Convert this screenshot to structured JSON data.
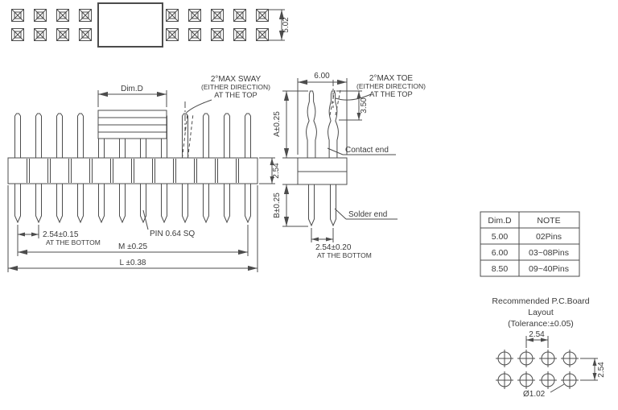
{
  "top_view": {
    "height_dim": "5.02"
  },
  "front_view": {
    "dim_d_label": "Dim.D",
    "sway_line1": "2°MAX SWAY",
    "sway_line2": "(EITHER DIRECTION)",
    "sway_line3": "AT THE TOP",
    "body_height_dim": "2.54",
    "pitch_dim": "2.54±0.15",
    "pitch_note": "AT THE BOTTOM",
    "pin_size_label": "PIN 0.64 SQ",
    "m_dim": "M ±0.25",
    "l_dim": "L ±0.38"
  },
  "side_view": {
    "width_dim": "6.00",
    "toe_line1": "2°MAX TOE",
    "toe_line2": "(EITHER DIRECTION)",
    "toe_line3": "AT THE TOP",
    "contact_height_dim": "3.50",
    "a_dim": "A±0.25",
    "contact_end_label": "Contact end",
    "b_dim": "B±0.25",
    "solder_end_label": "Solder end",
    "pitch_dim": "2.54±0.20",
    "pitch_note": "AT THE BOTTOM"
  },
  "spec_table": {
    "header_dim": "Dim.D",
    "header_note": "NOTE",
    "rows": [
      {
        "dim": "5.00",
        "note": "02Pins"
      },
      {
        "dim": "6.00",
        "note": "03~08Pins"
      },
      {
        "dim": "8.50",
        "note": "09~40Pins"
      }
    ]
  },
  "pcb_layout": {
    "title_line1": "Recommended P.C.Board",
    "title_line2": "Layout",
    "title_line3": "(Tolerance:±0.05)",
    "h_pitch_dim": "2.54",
    "v_pitch_dim": "2.54",
    "hole_dia_label": "Ø1.02"
  }
}
